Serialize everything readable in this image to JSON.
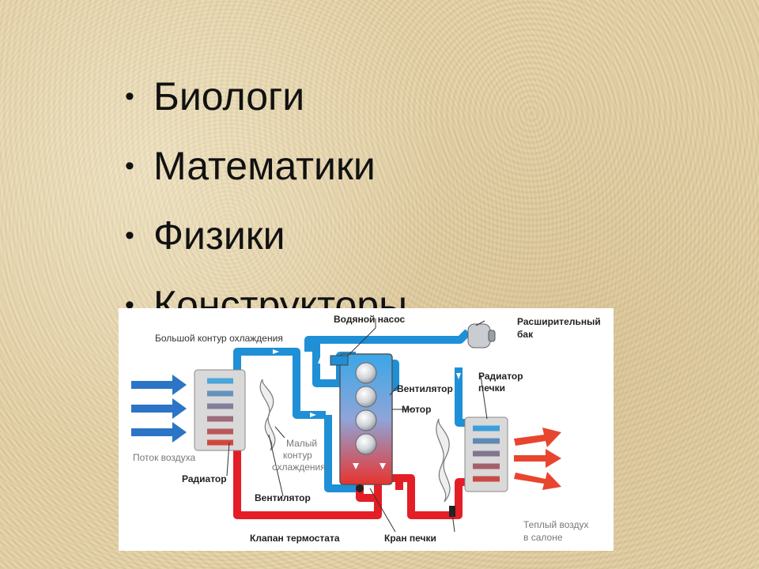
{
  "slide": {
    "bullets": [
      "Биологи",
      "Математики",
      "Физики",
      "Конструкторы"
    ],
    "bullet_glyph": "•"
  },
  "diagram": {
    "labels": {
      "big_circuit": "Большой контур охлаждения",
      "water_pump": "Водяной насос",
      "expansion_tank_1": "Расширительный",
      "expansion_tank_2": "бак",
      "heater_radiator_1": "Радиатор",
      "heater_radiator_2": "печки",
      "fan_right": "Вентилятор",
      "motor": "Мотор",
      "small_1": "Малый",
      "small_2": "контур",
      "small_3": "охлаждения",
      "airflow": "Поток воздуха",
      "radiator": "Радиатор",
      "fan_left": "Вентилятор",
      "thermostat": "Клапан термостата",
      "heater_valve": "Кран печки",
      "warm_air_1": "Теплый воздух",
      "warm_air_2": "в салоне"
    },
    "colors": {
      "cold": "#1f8fd6",
      "hot": "#e41e26",
      "arrow_blue": "#2b74c6",
      "arrow_red": "#e8452f"
    }
  }
}
